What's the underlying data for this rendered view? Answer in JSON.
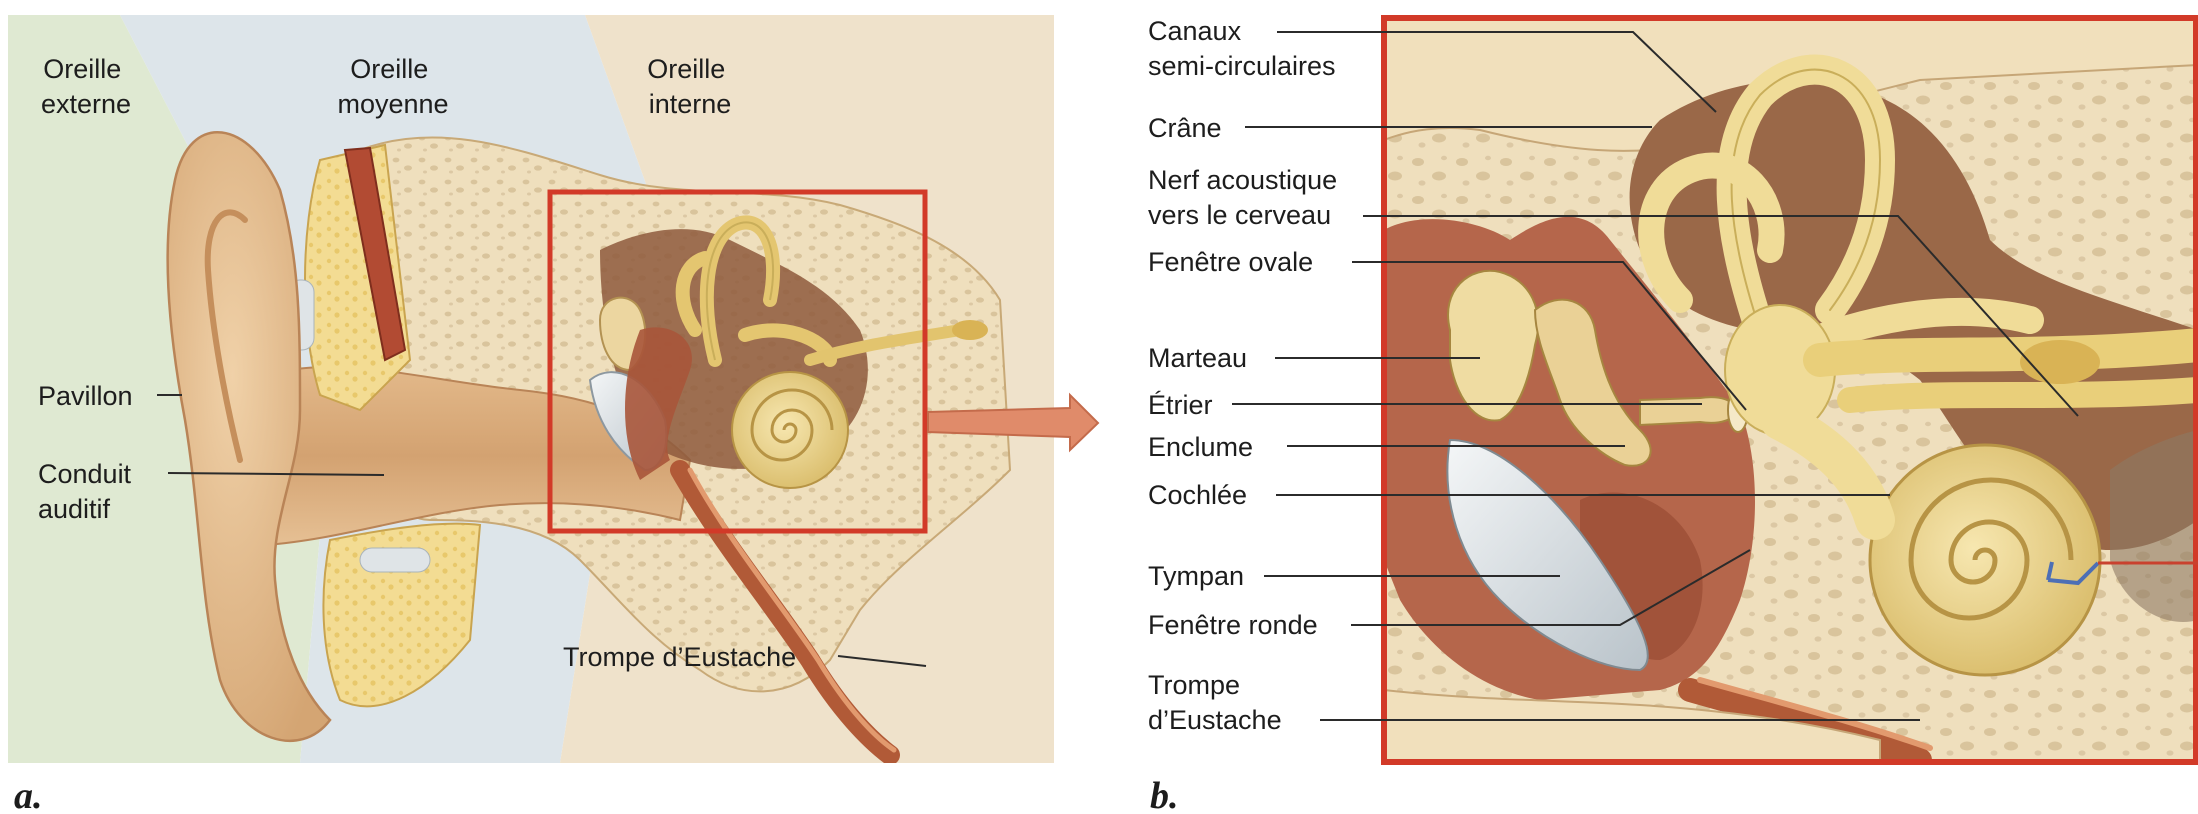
{
  "panels": {
    "a": {
      "letter": "a.",
      "regions": [
        {
          "lines": [
            "Oreille",
            "externe"
          ]
        },
        {
          "lines": [
            "Oreille",
            "moyenne"
          ]
        },
        {
          "lines": [
            "Oreille",
            "interne"
          ]
        }
      ],
      "labels": [
        {
          "lines": [
            "Pavillon"
          ]
        },
        {
          "lines": [
            "Conduit",
            "auditif"
          ]
        },
        {
          "lines": [
            "Trompe d’Eustache"
          ]
        }
      ]
    },
    "b": {
      "letter": "b.",
      "labels": [
        {
          "lines": [
            "Canaux",
            "semi-circulaires"
          ]
        },
        {
          "lines": [
            "Crâne"
          ]
        },
        {
          "lines": [
            "Nerf acoustique",
            "vers le cerveau"
          ]
        },
        {
          "lines": [
            "Fenêtre ovale"
          ]
        },
        {
          "lines": [
            "Marteau"
          ]
        },
        {
          "lines": [
            "Étrier"
          ]
        },
        {
          "lines": [
            "Enclume"
          ]
        },
        {
          "lines": [
            "Cochlée"
          ]
        },
        {
          "lines": [
            "Tympan"
          ]
        },
        {
          "lines": [
            "Fenêtre ronde"
          ]
        },
        {
          "lines": [
            "Trompe",
            "d’Eustache"
          ]
        }
      ]
    }
  },
  "colors": {
    "outer_zone": "#dfe9d2",
    "middle_zone": "#dde5ea",
    "inner_zone": "#efe2cb",
    "skin": "#e7c49a",
    "skin_dark": "#c99868",
    "bone": "#efdfbd",
    "bone_spot": "#d9c49c",
    "labyrinth": "#f0dc98",
    "labyrinth_dark": "#c9ae5a",
    "cavity": "#9a6848",
    "tissue": "#b5664b",
    "membrane": "#d8dfe4",
    "frame_red": "#d23a28",
    "arrow_fill": "#e08b6a"
  }
}
